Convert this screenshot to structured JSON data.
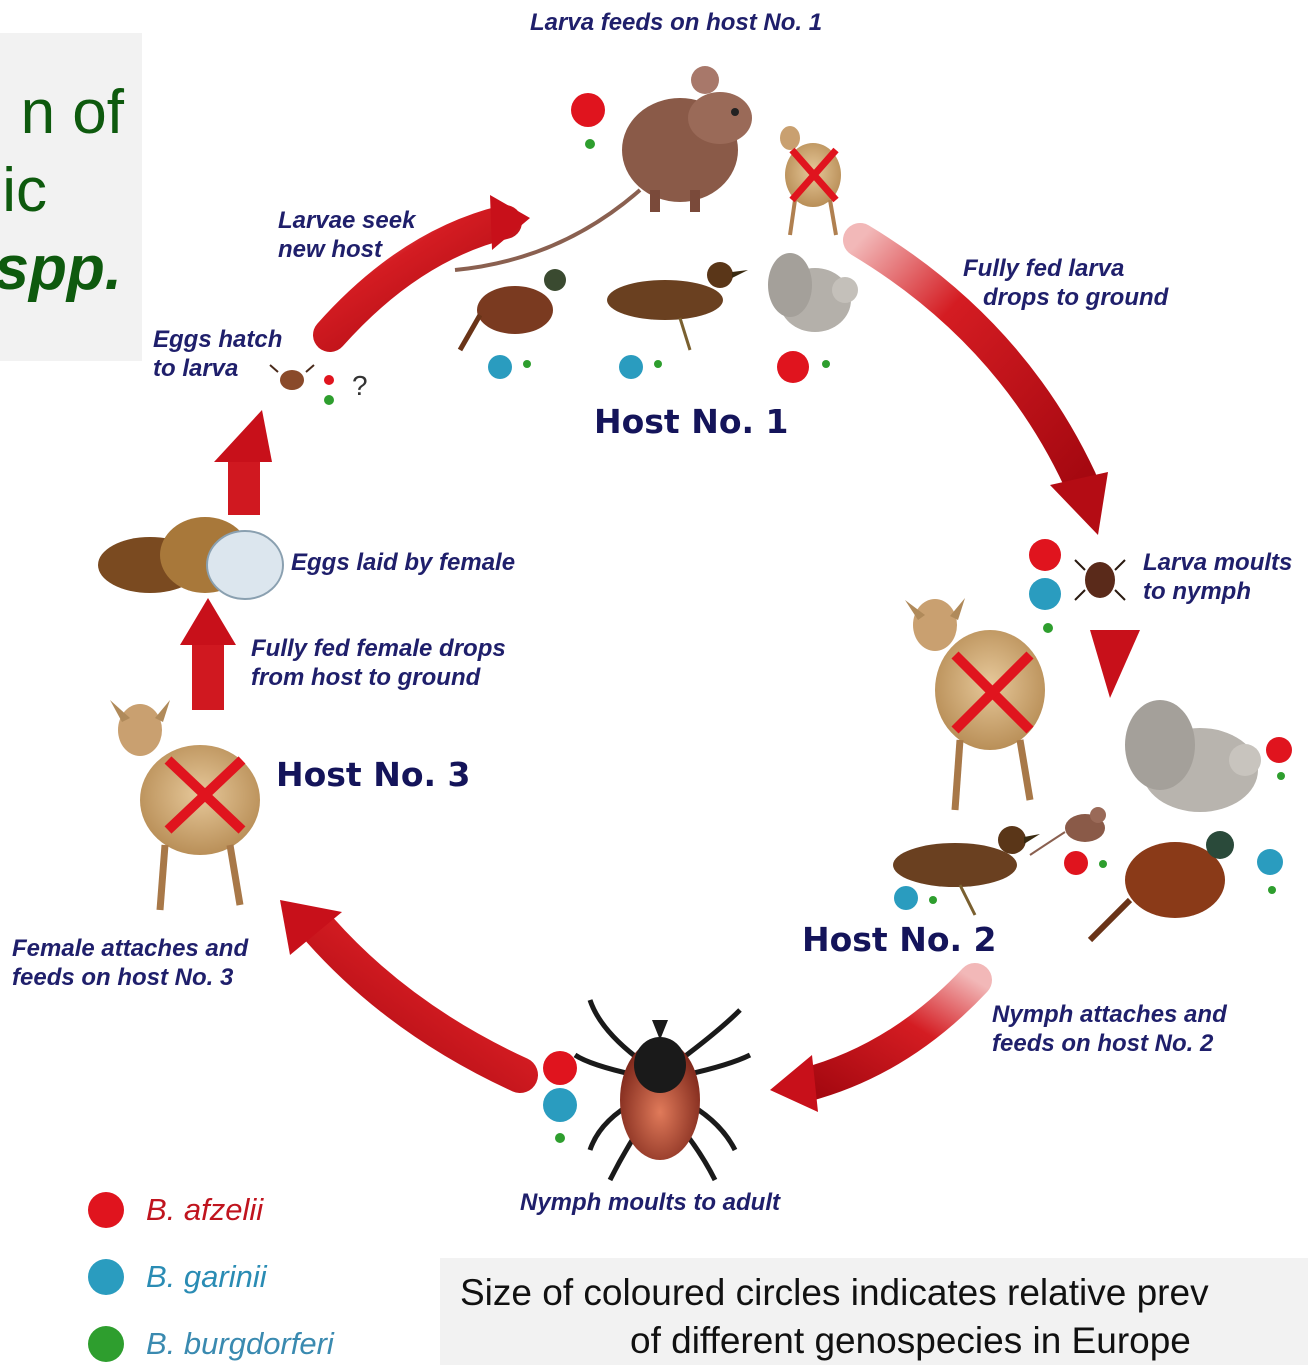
{
  "title": {
    "line1": "n of",
    "line2": "ic",
    "line3": "spp."
  },
  "labels": {
    "larva_feeds": "Larva feeds on host No. 1",
    "larvae_seek_1": "Larvae seek",
    "larvae_seek_2": "new host",
    "eggs_hatch_1": "Eggs hatch",
    "eggs_hatch_2": "to larva",
    "question": "?",
    "fully_fed_larva_1": "Fully fed larva",
    "fully_fed_larva_2": "drops to ground",
    "larva_moults_1": "Larva moults",
    "larva_moults_2": "to nymph",
    "eggs_laid": "Eggs laid by female",
    "fully_fed_female_1": "Fully fed female drops",
    "fully_fed_female_2": "from host to ground",
    "female_attaches_1": "Female attaches and",
    "female_attaches_2": "feeds on host No. 3",
    "nymph_attaches_1": "Nymph attaches and",
    "nymph_attaches_2": "feeds on host No. 2",
    "nymph_moults": "Nymph moults to adult"
  },
  "hosts": {
    "host1": "Host No. 1",
    "host2": "Host No. 2",
    "host3": "Host No. 3"
  },
  "legend": [
    {
      "label": "B. afzelii",
      "color": "#e0141e"
    },
    {
      "label": "B. garinii",
      "color": "#2a9cbf"
    },
    {
      "label": "B. burgdorferi",
      "color": "#2e9e2e"
    }
  ],
  "note": {
    "line1": "Size of coloured circles indicates relative prev",
    "line2": "of different genospecies in Europe"
  },
  "colors": {
    "arrow": "#c8101a",
    "label_text": "#1f1f6b",
    "title_text": "#0e5a0e"
  }
}
